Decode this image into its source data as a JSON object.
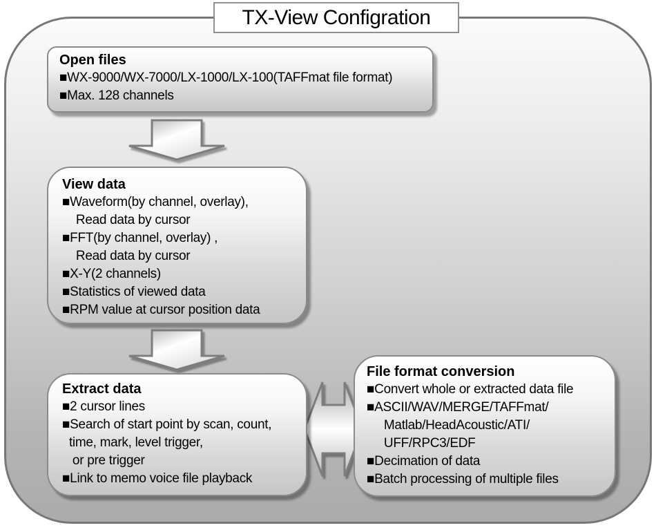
{
  "title": "TX-View Configration",
  "boxes": {
    "open_files": {
      "title": "Open files",
      "lines": [
        "■WX-9000/WX-7000/LX-1000/LX-100(TAFFmat file format)",
        "■Max. 128 channels"
      ]
    },
    "view_data": {
      "title": "View data",
      "lines": [
        "■Waveform(by channel, overlay),",
        "    Read data by cursor",
        "■FFT(by channel, overlay) ,",
        "    Read data by cursor",
        "■X-Y(2 channels)",
        "■Statistics of viewed data",
        "■RPM value at cursor position data"
      ]
    },
    "extract_data": {
      "title": "Extract data",
      "lines": [
        "■2 cursor lines",
        "■Search of start point by scan, count,",
        "  time, mark, level trigger,",
        "   or pre trigger",
        "■Link to memo voice file playback"
      ]
    },
    "file_format": {
      "title": "File format conversion",
      "lines": [
        "■Convert whole or extracted data file",
        "■ASCII/WAV/MERGE/TAFFmat/",
        "     Matlab/HeadAcoustic/ATI/",
        "     UFF/RPC3/EDF",
        "■Decimation of data",
        "■Batch processing of multiple files"
      ]
    }
  },
  "icons": {
    "down_arrow_1": "block-arrow-down",
    "down_arrow_2": "block-arrow-down",
    "double_arrow": "block-arrow-left-right"
  },
  "colors": {
    "page_background": "#ffffff",
    "container_border": "#777777",
    "container_fill_top": "#fbfbfb",
    "container_fill_bottom": "#ababab",
    "box_border": "#8a8a8a",
    "box_fill_top": "#ffffff",
    "box_fill_bottom": "#c6c6c6",
    "title_box_border": "#8f8f8f",
    "arrow_border": "#7d7d7d",
    "text": "#000000"
  }
}
